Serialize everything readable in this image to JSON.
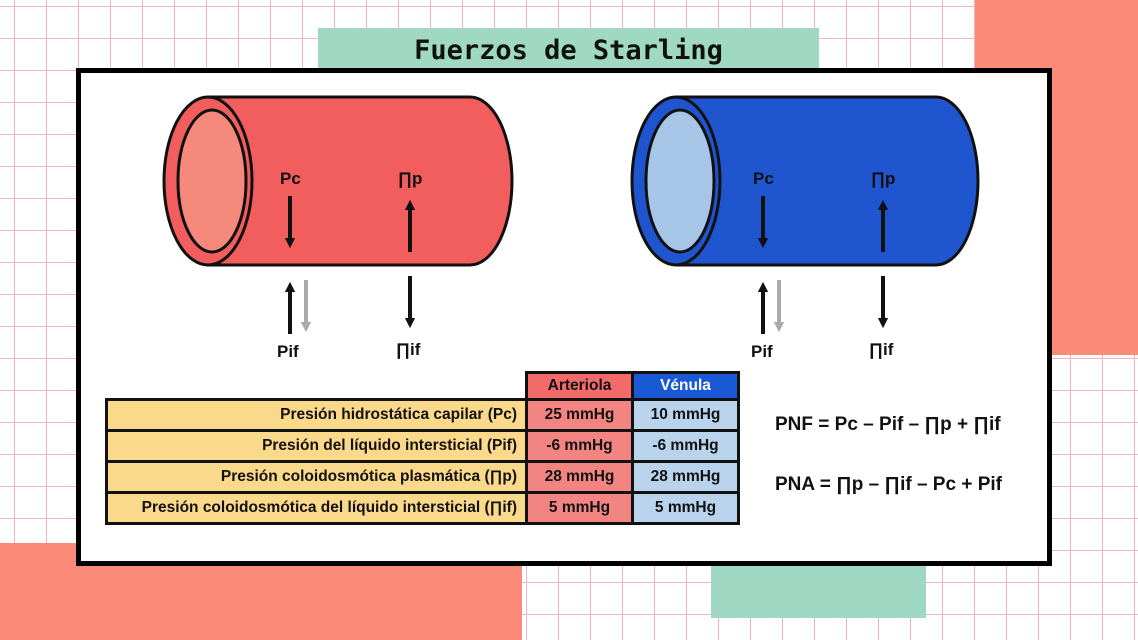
{
  "title": "Fuerzos de Starling",
  "colors": {
    "arteriole_fill": "#f25d5d",
    "arteriole_lumen": "#f58a7c",
    "venule_fill": "#1f55cf",
    "venule_lumen": "#a7c5e6",
    "table_param": "#fbd98a",
    "table_arteriole": "#f28582",
    "table_venule": "#b9d3ec",
    "title_bg": "#9fd9c3",
    "accent_salmon": "#fb8a78",
    "grid_line": "#f0b3bf"
  },
  "vessels": [
    {
      "name": "arteriola",
      "inside_labels": [
        "Pc",
        "∏p"
      ],
      "outside_labels": [
        "Pif",
        "∏if"
      ]
    },
    {
      "name": "venula",
      "inside_labels": [
        "Pc",
        "∏p"
      ],
      "outside_labels": [
        "Pif",
        "∏if"
      ]
    }
  ],
  "table": {
    "headers": [
      "Arteriola",
      "Vénula"
    ],
    "rows": [
      {
        "param": "Presión hidrostática capilar (Pc)",
        "arteriola": "25 mmHg",
        "venula": "10 mmHg"
      },
      {
        "param": "Presión del líquido intersticial (Pif)",
        "arteriola": "-6 mmHg",
        "venula": "-6 mmHg"
      },
      {
        "param": "Presión coloidosmótica plasmática (∏p)",
        "arteriola": "28 mmHg",
        "venula": "28 mmHg"
      },
      {
        "param": "Presión coloidosmótica del líquido intersticial (∏if)",
        "arteriola": "5 mmHg",
        "venula": "5 mmHg"
      }
    ]
  },
  "formulas": {
    "pnf": "PNF = Pc – Pif – ∏p + ∏if",
    "pna": "PNA = ∏p – ∏if – Pc + Pif"
  }
}
